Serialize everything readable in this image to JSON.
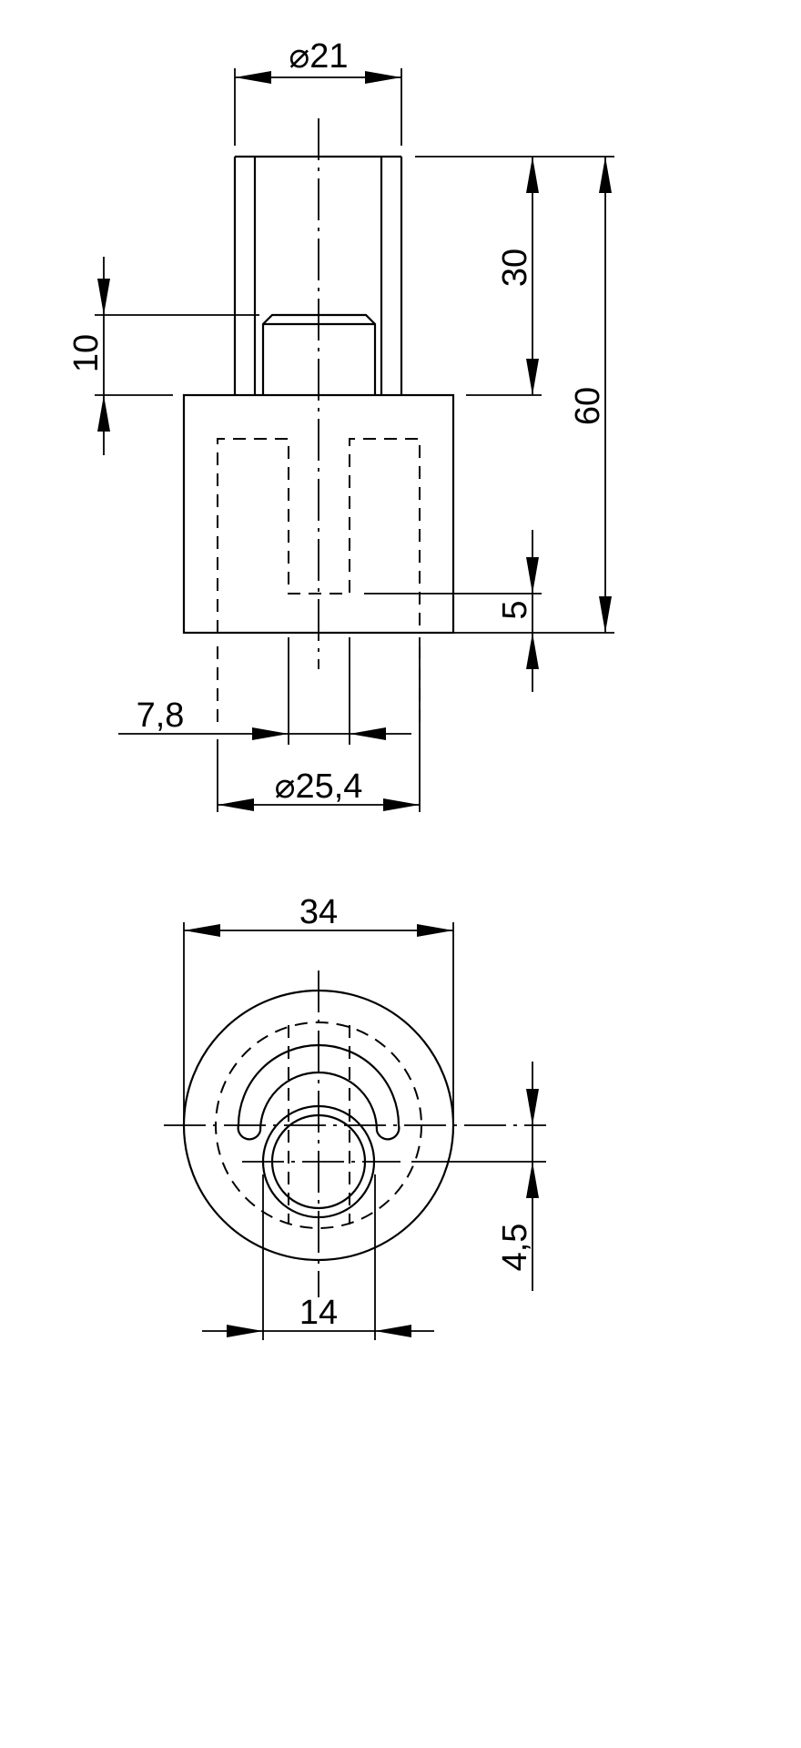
{
  "drawing": {
    "type": "technical-drawing",
    "units": "mm",
    "colors": {
      "line": "#000000",
      "background": "#ffffff"
    },
    "front_view": {
      "dimensions": {
        "tube_diameter": "⌀21",
        "tube_height": "30",
        "total_height": "60",
        "pin_height": "10",
        "slot_bottom": "5",
        "slot_width": "7,8",
        "bore_diameter": "⌀25,4"
      }
    },
    "bottom_view": {
      "dimensions": {
        "outer_width": "34",
        "pin_width": "14",
        "offset": "4,5"
      }
    }
  }
}
